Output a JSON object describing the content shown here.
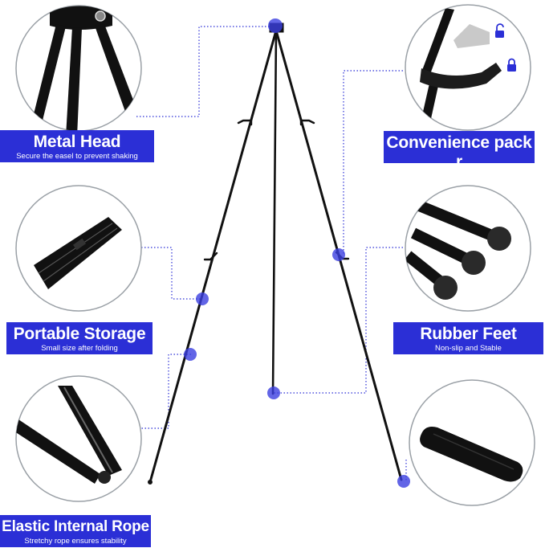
{
  "features": [
    {
      "key": "metal_head",
      "title": "Metal Head",
      "subtitle": "Secure the easel to prevent shaking",
      "icon": "metal-head-photo"
    },
    {
      "key": "convenience",
      "title": "Convenience pack​r",
      "subtitle": "Portable and lightweight",
      "icon": "clip-lock-photo"
    },
    {
      "key": "portable_storage",
      "title": "Portable Storage",
      "subtitle": "Small size after folding",
      "icon": "folded-easel-photo"
    },
    {
      "key": "rubber_feet",
      "title": "Rubber Feet",
      "subtitle": "Non-slip and Stable",
      "icon": "rubber-feet-photo"
    },
    {
      "key": "elastic_rope",
      "title": "Elastic Internal Rope",
      "subtitle": "Stretchy rope ensures stability",
      "icon": "elastic-rope-photo"
    },
    {
      "key": "carry_bag",
      "title": "",
      "subtitle": "",
      "icon": "carry-bag-photo"
    }
  ],
  "colors": {
    "banner": "#2b2fd6",
    "marker": "#3b3fe0",
    "easel": "#111111"
  }
}
